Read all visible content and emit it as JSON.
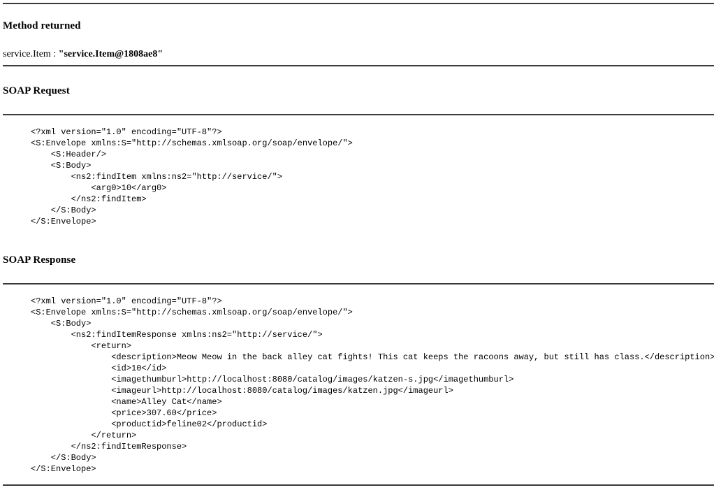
{
  "page": {
    "accent_color": "#3a3a3a",
    "background_color": "#ffffff",
    "text_color": "#000000"
  },
  "method_result": {
    "heading": "Method returned",
    "type_label": "service.Item : ",
    "value": "\"service.Item@1808ae8\""
  },
  "soap_request": {
    "heading": "SOAP Request",
    "lines": [
      "<?xml version=\"1.0\" encoding=\"UTF-8\"?>",
      "<S:Envelope xmlns:S=\"http://schemas.xmlsoap.org/soap/envelope/\">",
      "    <S:Header/>",
      "    <S:Body>",
      "        <ns2:findItem xmlns:ns2=\"http://service/\">",
      "            <arg0>10</arg0>",
      "        </ns2:findItem>",
      "    </S:Body>",
      "</S:Envelope>"
    ]
  },
  "soap_response": {
    "heading": "SOAP Response",
    "lines": [
      "<?xml version=\"1.0\" encoding=\"UTF-8\"?>",
      "<S:Envelope xmlns:S=\"http://schemas.xmlsoap.org/soap/envelope/\">",
      "    <S:Body>",
      "        <ns2:findItemResponse xmlns:ns2=\"http://service/\">",
      "            <return>",
      "                <description>Meow Meow in the back alley cat fights! This cat keeps the racoons away, but still has class.</description>",
      "                <id>10</id>",
      "                <imagethumburl>http://localhost:8080/catalog/images/katzen-s.jpg</imagethumburl>",
      "                <imageurl>http://localhost:8080/catalog/images/katzen.jpg</imageurl>",
      "                <name>Alley Cat</name>",
      "                <price>307.60</price>",
      "                <productid>feline02</productid>",
      "            </return>",
      "        </ns2:findItemResponse>",
      "    </S:Body>",
      "</S:Envelope>"
    ]
  }
}
